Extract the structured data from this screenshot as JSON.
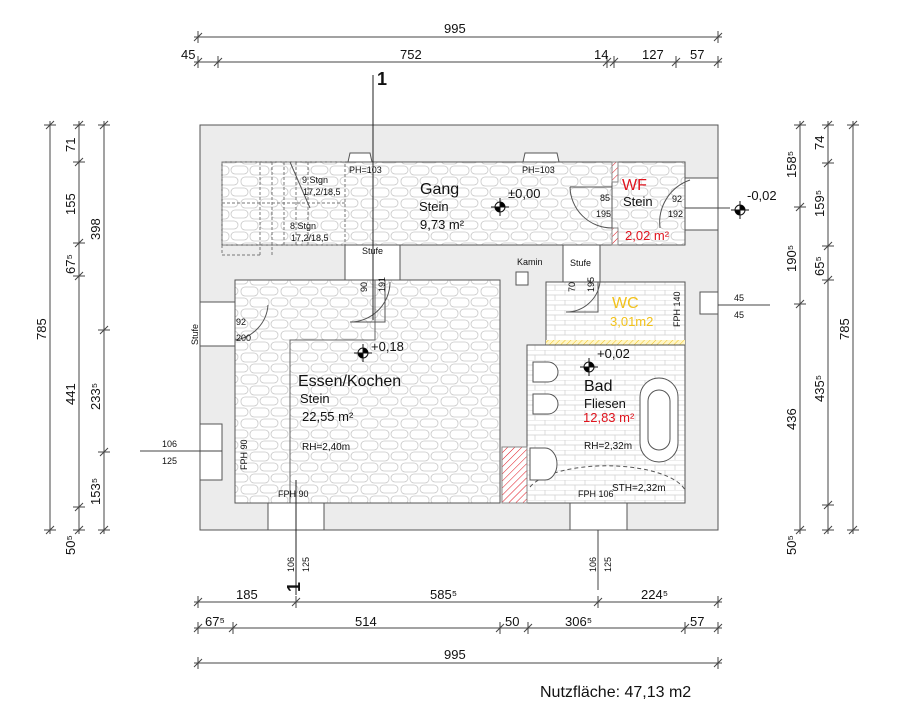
{
  "colors": {
    "accent_red": "#e0141e",
    "accent_yellow": "#f2c21b",
    "wall": "#ececec"
  },
  "dims_top": {
    "total": "995",
    "chain": [
      "45",
      "752",
      "14",
      "127",
      "57"
    ]
  },
  "dims_bottom": {
    "row1": [
      "185",
      "585⁵",
      "224⁵"
    ],
    "row2": [
      "67⁵",
      "514",
      "50",
      "306⁵",
      "57"
    ],
    "total": "995"
  },
  "dims_left": {
    "total": "785",
    "chain1": [
      "71",
      "155",
      "67⁵",
      "441",
      "50⁵"
    ],
    "chain2": [
      "398",
      "233⁵",
      "153⁵"
    ]
  },
  "dims_right": {
    "chain1": [
      "158⁵",
      "190⁵",
      "436",
      "50⁵"
    ],
    "chain2": [
      "74",
      "159⁵",
      "65⁵",
      "435⁵"
    ],
    "total": "785"
  },
  "section_marker": "1",
  "rooms": {
    "gang": {
      "name": "Gang",
      "floor": "Stein",
      "area": "9,73 m²",
      "level": "±0,00"
    },
    "wf": {
      "name": "WF",
      "floor": "Stein",
      "area": "2,02 m²"
    },
    "essen": {
      "name": "Essen/Kochen",
      "floor": "Stein",
      "area": "22,55 m²",
      "level": "+0,18",
      "rh": "RH=2,40m"
    },
    "wc": {
      "name": "WC",
      "area": "3,01m2"
    },
    "bad": {
      "name": "Bad",
      "floor": "Fliesen",
      "area": "12,83 m²",
      "level": "+0,02",
      "rh": "RH=2,32m",
      "sth": "STH=2,32m"
    }
  },
  "labels": {
    "ph1": "PH=103",
    "ph2": "PH=103",
    "stair1": "9 Stgn",
    "stair1_ratio": "17,2/18,5",
    "stair2": "8 Stgn",
    "stair2_ratio": "17,2/18,5",
    "stufe1": "Stufe",
    "stufe2": "Stufe",
    "stufe3": "Stufe",
    "kamin": "Kamin",
    "ext_level": "-0,02",
    "fph90a": "FPH 90",
    "fph90b": "FPH 90",
    "fph106": "FPH 106",
    "fph140": "FPH 140"
  },
  "openings": {
    "gang_door_w": "90",
    "gang_door_h": "191",
    "bad_door_w": "70",
    "bad_door_h": "195",
    "wf_door_in_w": "85",
    "wf_door_in_h": "195",
    "wf_door_out_w": "92",
    "wf_door_out_h": "192",
    "side_door_w": "92",
    "side_door_h": "200",
    "left_win_a": "106",
    "left_win_b": "125",
    "right_win_a": "45",
    "right_win_b": "45",
    "bottom_win1_a": "106",
    "bottom_win1_b": "125",
    "bottom_win2_a": "106",
    "bottom_win2_b": "125"
  },
  "summary": "Nutzfläche: 47,13 m2"
}
